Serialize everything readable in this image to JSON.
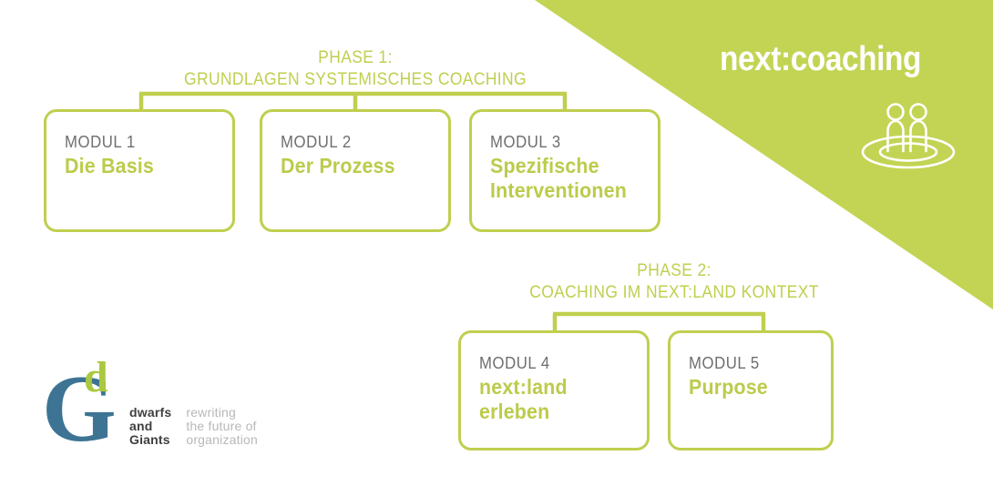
{
  "brand": {
    "wordmark": "next:coaching",
    "icon_name": "two-people-in-circle-icon"
  },
  "colors": {
    "green": "#c3d454",
    "box_border": "#c0cf4f",
    "title_green": "#bccb4b",
    "label_gray": "#6e6e6e",
    "logo_blue": "#3d7494",
    "logo_green": "#aac93f",
    "logo_dark": "#3f3f3f",
    "logo_light_gray": "#b8b8b8"
  },
  "phases": [
    {
      "heading_line1": "PHASE 1:",
      "heading_line2": "GRUNDLAGEN SYSTEMISCHES COACHING",
      "modules": [
        {
          "label": "MODUL 1",
          "title_line1": "Die Basis",
          "title_line2": ""
        },
        {
          "label": "MODUL 2",
          "title_line1": "Der Prozess",
          "title_line2": ""
        },
        {
          "label": "MODUL 3",
          "title_line1": "Spezifische",
          "title_line2": "Interventionen"
        }
      ]
    },
    {
      "heading_line1": "PHASE 2:",
      "heading_line2": "COACHING IM NEXT:LAND KONTEXT",
      "modules": [
        {
          "label": "MODUL 4",
          "title_line1": "next:land",
          "title_line2": "erleben"
        },
        {
          "label": "MODUL 5",
          "title_line1": "Purpose",
          "title_line2": ""
        }
      ]
    }
  ],
  "logo": {
    "mark_letter_main": "G",
    "mark_letter_super": "d",
    "name_line1": "dwarfs",
    "name_line2": "and",
    "name_line3": "Giants",
    "tagline_line1": "rewriting",
    "tagline_line2": "the future of",
    "tagline_line3": "organization"
  }
}
